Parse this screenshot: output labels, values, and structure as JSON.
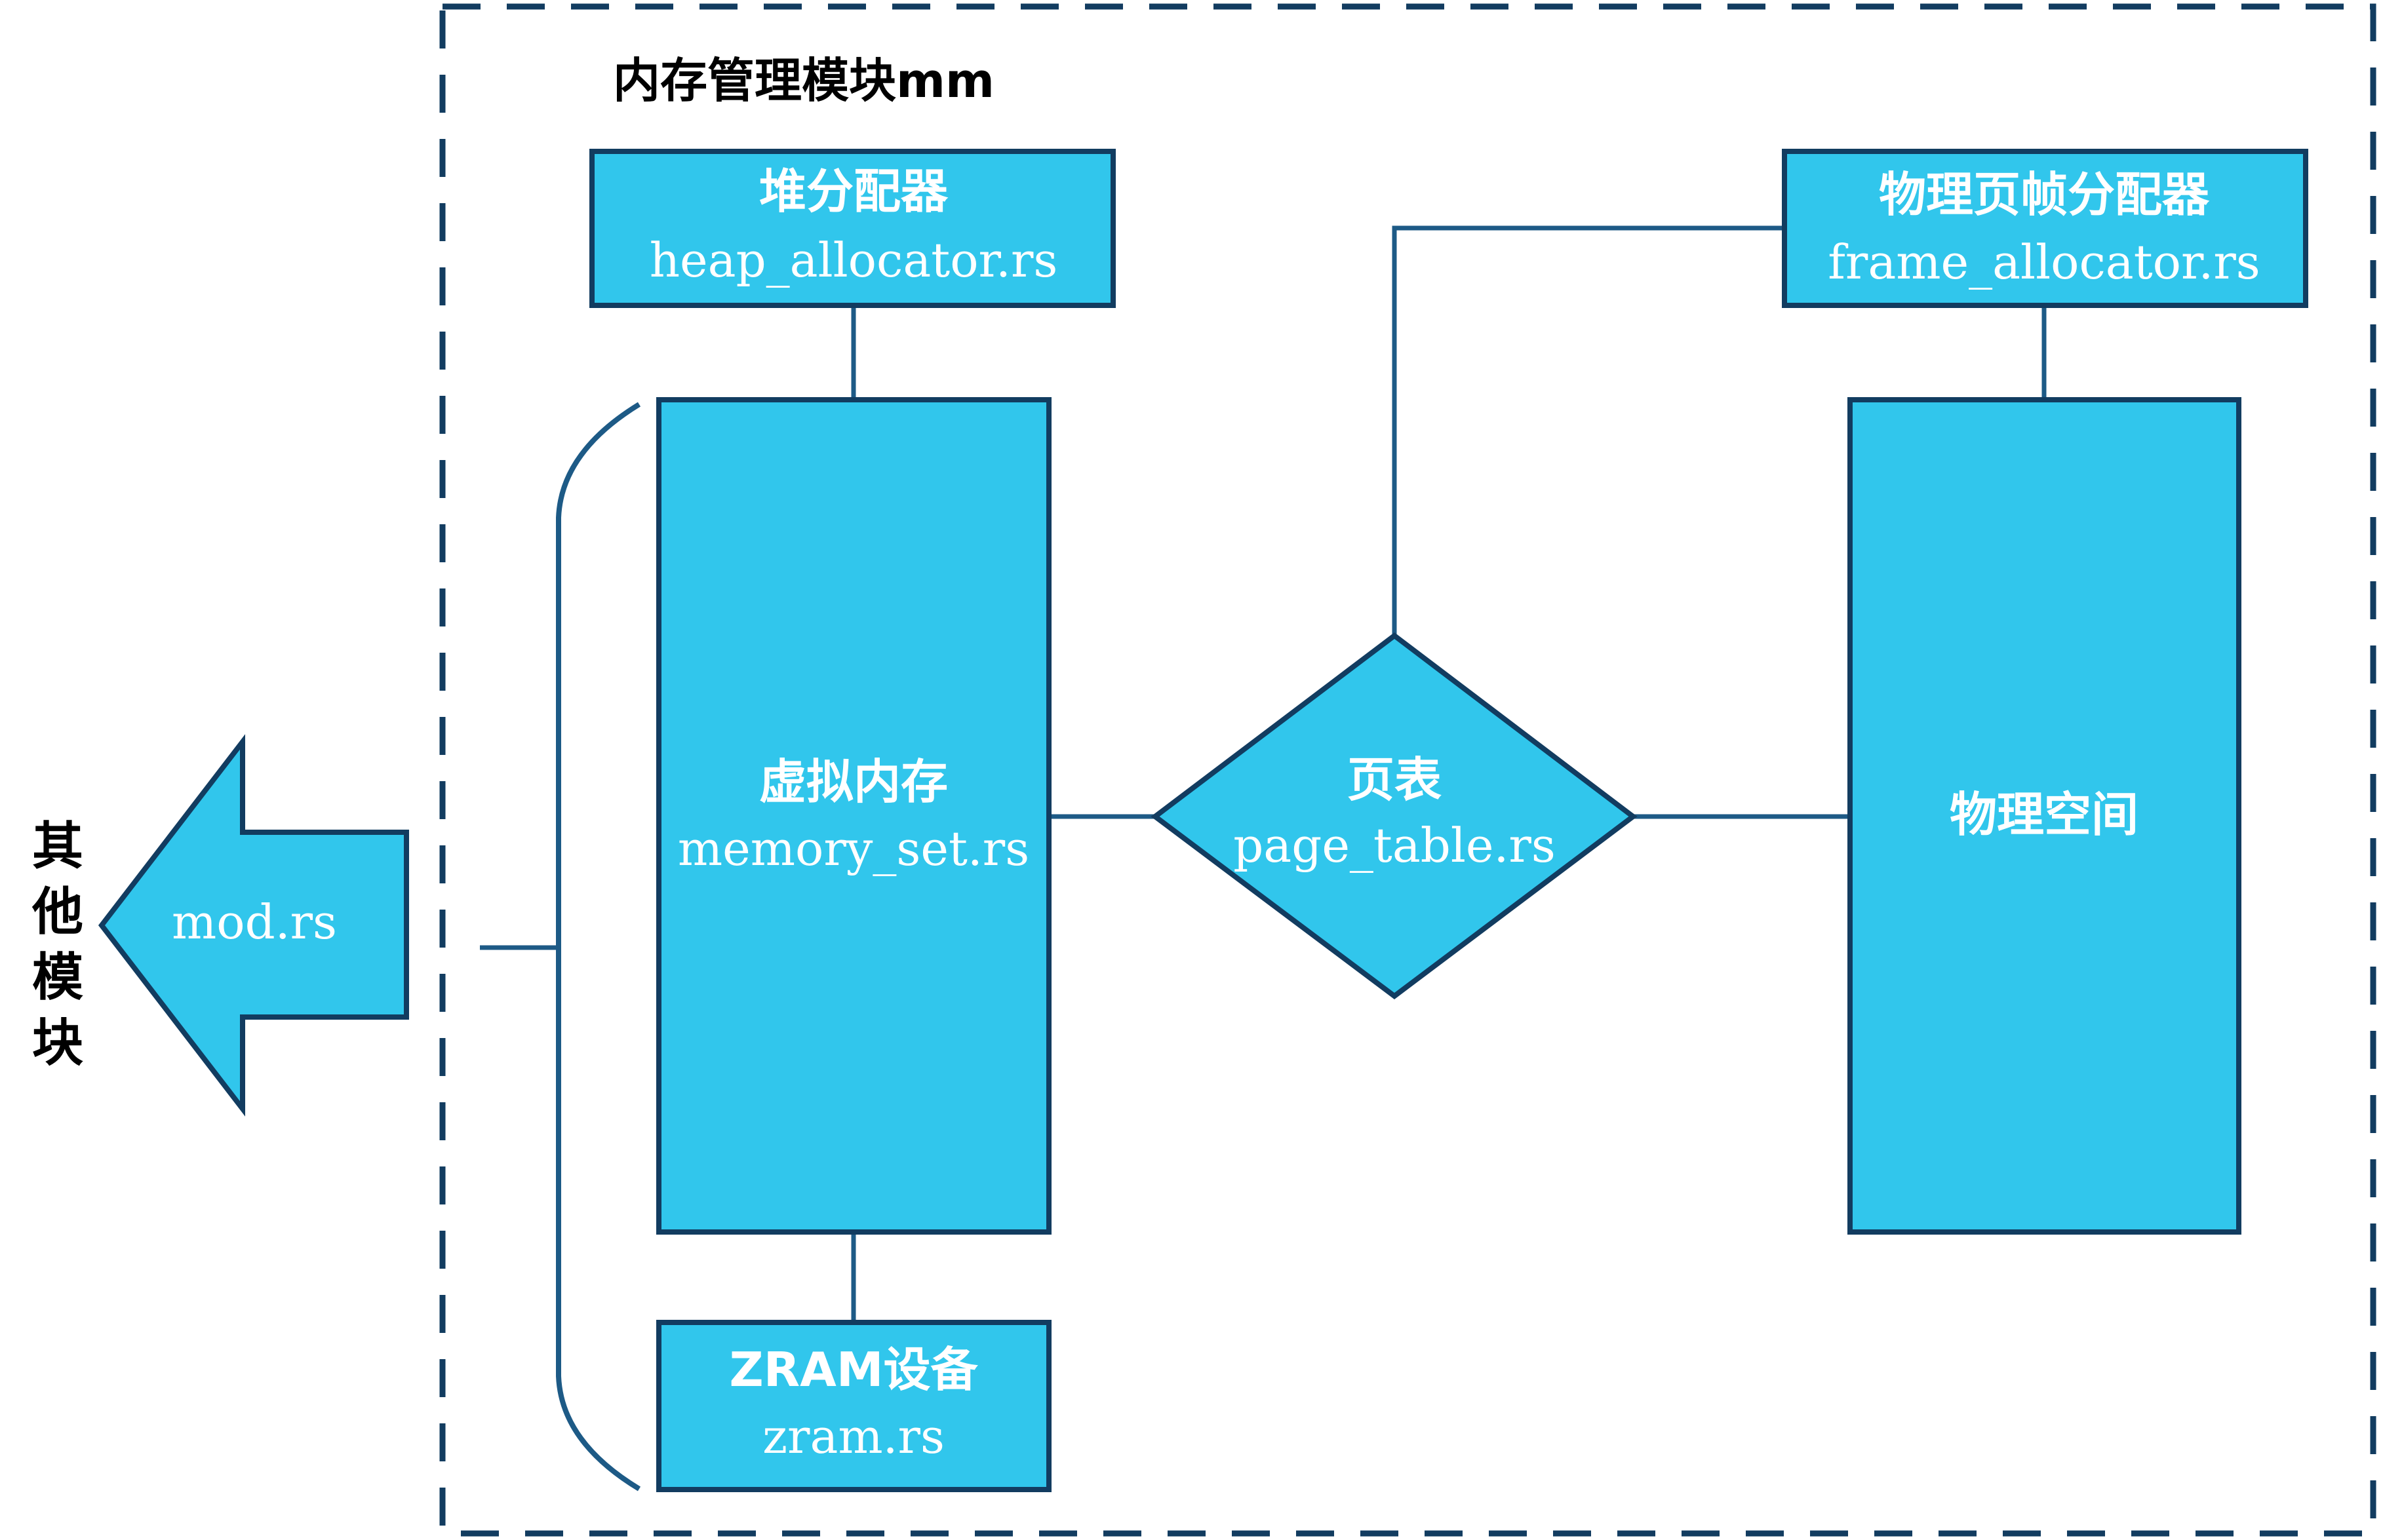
{
  "colors": {
    "fill": "#31c6ec",
    "stroke": "#123c60",
    "text": "#ffffff",
    "label": "#000000"
  },
  "module": {
    "title": "内存管理模块mm"
  },
  "nodes": {
    "heap_allocator": {
      "title": "堆分配器",
      "file": "heap_allocator.rs"
    },
    "frame_allocator": {
      "title": "物理页帧分配器",
      "file": "frame_allocator.rs"
    },
    "virtual_memory": {
      "title": "虚拟内存",
      "file": "memory_set.rs"
    },
    "page_table": {
      "title": "页表",
      "file": "page_table.rs"
    },
    "physical_space": {
      "title": "物理空间"
    },
    "zram": {
      "title": "ZRAM设备",
      "file": "zram.rs"
    },
    "mod": {
      "file": "mod.rs"
    }
  },
  "other_modules": {
    "chars": [
      "其",
      "他",
      "模",
      "块"
    ]
  }
}
